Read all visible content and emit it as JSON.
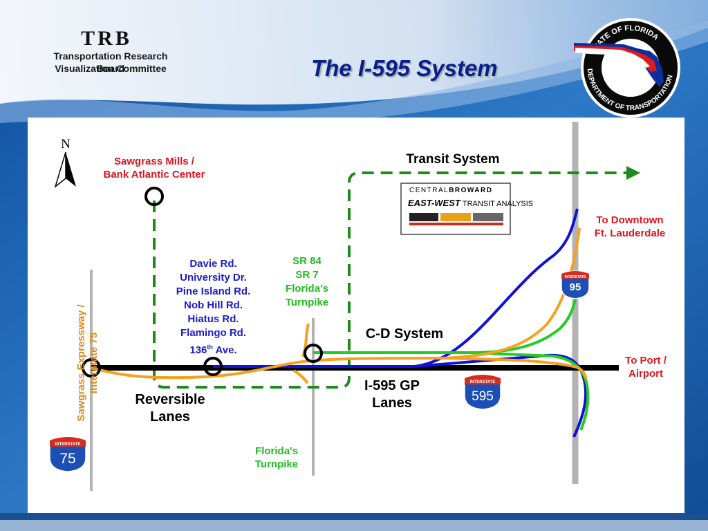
{
  "header": {
    "logo_text": "TRB",
    "org_line1": "Transportation Research Board",
    "org_line2": "Visualization Committee",
    "title": "The I-595 System",
    "seal_text_top": "STATE OF FLORIDA",
    "seal_text_bottom": "DEPARTMENT OF TRANSPORTATION"
  },
  "map": {
    "north": "N",
    "sawgrass_line1": "Sawgrass Mills /",
    "sawgrass_line2": "Bank Atlantic Center",
    "transit_system": "Transit System",
    "transit_logo": {
      "line1a": "CENTRAL",
      "line1b": "BROWARD",
      "line2a": "EAST-WEST",
      "line2b": "TRANSIT ANALYSIS"
    },
    "to_downtown_line1": "To Downtown",
    "to_downtown_line2": "Ft. Lauderdale",
    "interchanges": [
      "Davie Rd.",
      "University Dr.",
      "Pine Island Rd.",
      "Nob Hill Rd.",
      "Hiatus Rd.",
      "Flamingo Rd."
    ],
    "last_interchange_num": "136",
    "last_interchange_sup": "th",
    "last_interchange_rest": " Ave.",
    "sr84": [
      "SR 84",
      "SR 7",
      "Florida's",
      "Turnpike"
    ],
    "cd_system": "C-D System",
    "gp_line1": "I-595 GP",
    "gp_line2": "Lanes",
    "reversible_line1": "Reversible",
    "reversible_line2": "Lanes",
    "to_port_line1": "To Port /",
    "to_port_line2": "Airport",
    "sawgrass_expy_line1": "Sawgrass Expressway /",
    "sawgrass_expy_line2": "Interstate 75",
    "turnpike_line1": "Florida's",
    "turnpike_line2": "Turnpike",
    "shield_word": "INTERSTATE",
    "shield_95": "95",
    "shield_595": "595",
    "shield_75": "75"
  },
  "colors": {
    "label_red": "#e0141e",
    "label_blue": "#1a1ad0",
    "label_green": "#22bb22",
    "label_orange": "#e08a1a",
    "title_blue": "#0b1d8a",
    "route_blue": "#1010d8",
    "route_orange": "#f5a020",
    "route_green": "#22cc22",
    "transit_green": "#1e8a1e"
  }
}
